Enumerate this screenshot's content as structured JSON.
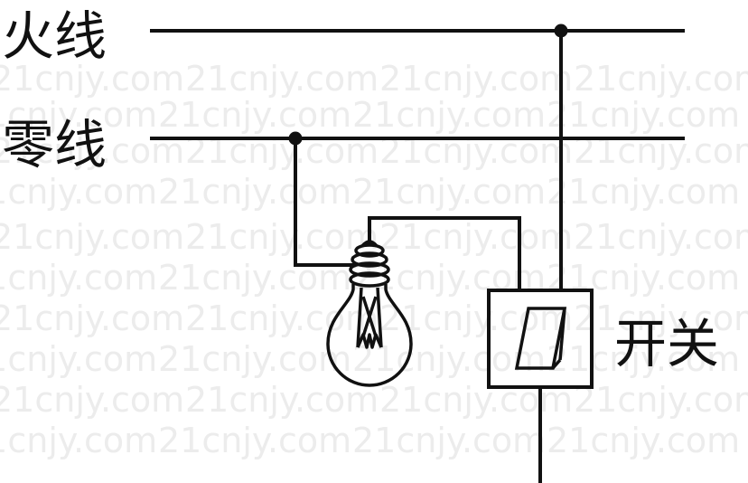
{
  "labels": {
    "live_wire": "火线",
    "neutral_wire": "零线",
    "switch": "开关"
  },
  "watermark": "21cnjy.com",
  "colors": {
    "line": "#111111",
    "watermark": "#ececec",
    "background": "#ffffff"
  }
}
